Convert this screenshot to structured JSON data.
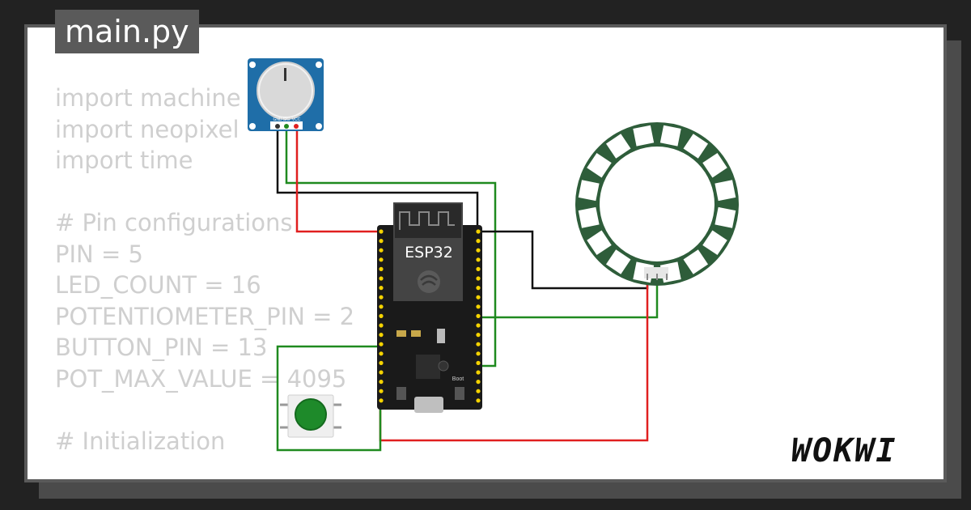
{
  "editor": {
    "filename": "main.py",
    "code_lines": [
      "import machine",
      "import neopixel",
      "import time",
      "",
      "# Pin configurations",
      "PIN = 5",
      "LED_COUNT = 16",
      "POTENTIOMETER_PIN = 2",
      "BUTTON_PIN = 13",
      "POT_MAX_VALUE = 4095",
      "",
      "# Initialization"
    ]
  },
  "board": {
    "label": "ESP32",
    "boot_label": "Boot"
  },
  "potentiometer": {
    "pin_labels": [
      "GND",
      "SIG",
      "VCC"
    ]
  },
  "led_ring": {
    "led_count": 16
  },
  "brand": {
    "logo_text": "WOKWI"
  },
  "colors": {
    "wire_red": "#e01f1f",
    "wire_green": "#1f8a1f",
    "wire_black": "#111111",
    "board": "#1a1a1a",
    "pot_blue": "#1f6ea8",
    "ring_green": "#2e5d3a",
    "button_green": "#1e8a2a"
  }
}
